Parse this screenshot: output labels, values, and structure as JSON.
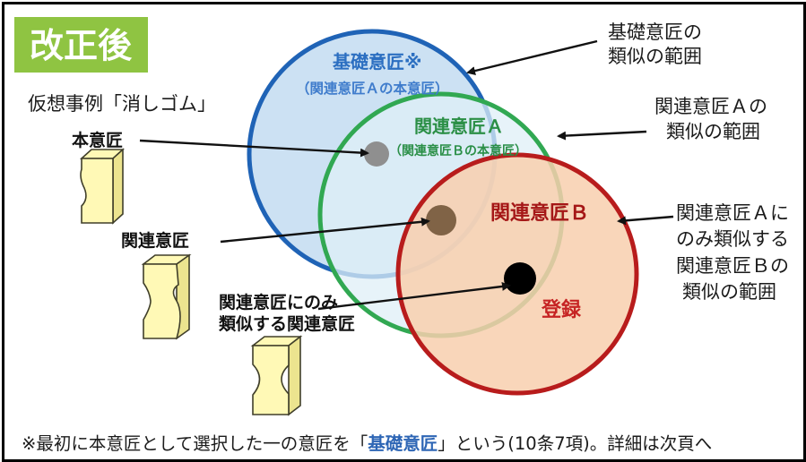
{
  "badge": {
    "label": "改正後",
    "color": "#8fc442"
  },
  "case_label": "仮想事例「消しゴム」",
  "figures": {
    "main_label": "本意匠",
    "related_label": "関連意匠",
    "related_only_label_line1": "関連意匠にのみ",
    "related_only_label_line2": "類似する関連意匠"
  },
  "circles": {
    "base": {
      "title": "基礎意匠※",
      "subtitle": "（関連意匠Ａの本意匠）",
      "color": "#1f63b6",
      "text_color": "#3f7ccc"
    },
    "a": {
      "title": "関連意匠Ａ",
      "subtitle": "（関連意匠Ｂの本意匠）",
      "color": "#31a852",
      "text_color": "#2a8f47"
    },
    "b": {
      "title": "関連意匠Ｂ",
      "registered": "登録",
      "color": "#b81c1c",
      "text_color": "#a51717"
    }
  },
  "right_labels": {
    "base_range_line1": "基礎意匠の",
    "base_range_line2": "類似の範囲",
    "a_range_line1": "関連意匠Ａの",
    "a_range_line2": "類似の範囲",
    "b_range_line1": "関連意匠Ａに",
    "b_range_line2": "のみ類似する",
    "b_range_line3": "関連意匠Ｂの",
    "b_range_line4": "類似の範囲"
  },
  "footer": {
    "before": "※最初に本意匠として選択した一の意匠を「",
    "emphasis": "基礎意匠",
    "after": "」という(10条7項)。詳細は次頁へ"
  }
}
